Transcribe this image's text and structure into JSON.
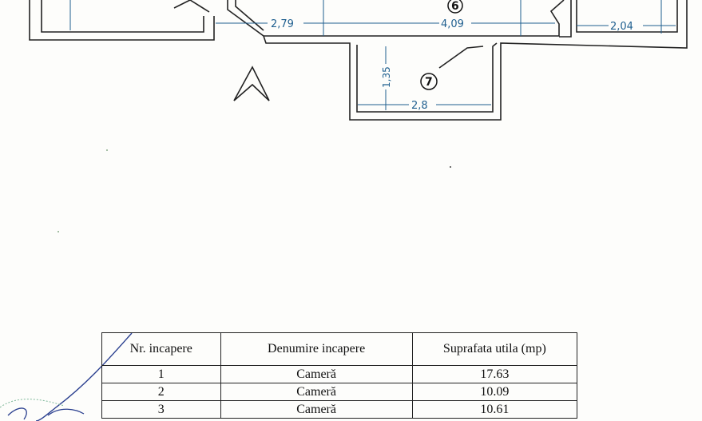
{
  "plan": {
    "room_numbers": [
      "6",
      "7"
    ],
    "dimensions": {
      "d_279": "2,79",
      "d_409": "4,09",
      "d_204": "2,04",
      "d_135": "1,35",
      "d_28": "2,8"
    },
    "north_arrow": "north-arrow-icon"
  },
  "table": {
    "headers": [
      "Nr. incapere",
      "Denumire incapere",
      "Suprafata utila (mp)"
    ],
    "rows": [
      {
        "nr": "1",
        "name": "Cameră",
        "area": "17.63"
      },
      {
        "nr": "2",
        "name": "Cameră",
        "area": "10.09"
      },
      {
        "nr": "3",
        "name": "Cameră",
        "area": "10.61"
      }
    ]
  },
  "colors": {
    "dimension": "#1f5f8f",
    "wall": "#222222"
  }
}
